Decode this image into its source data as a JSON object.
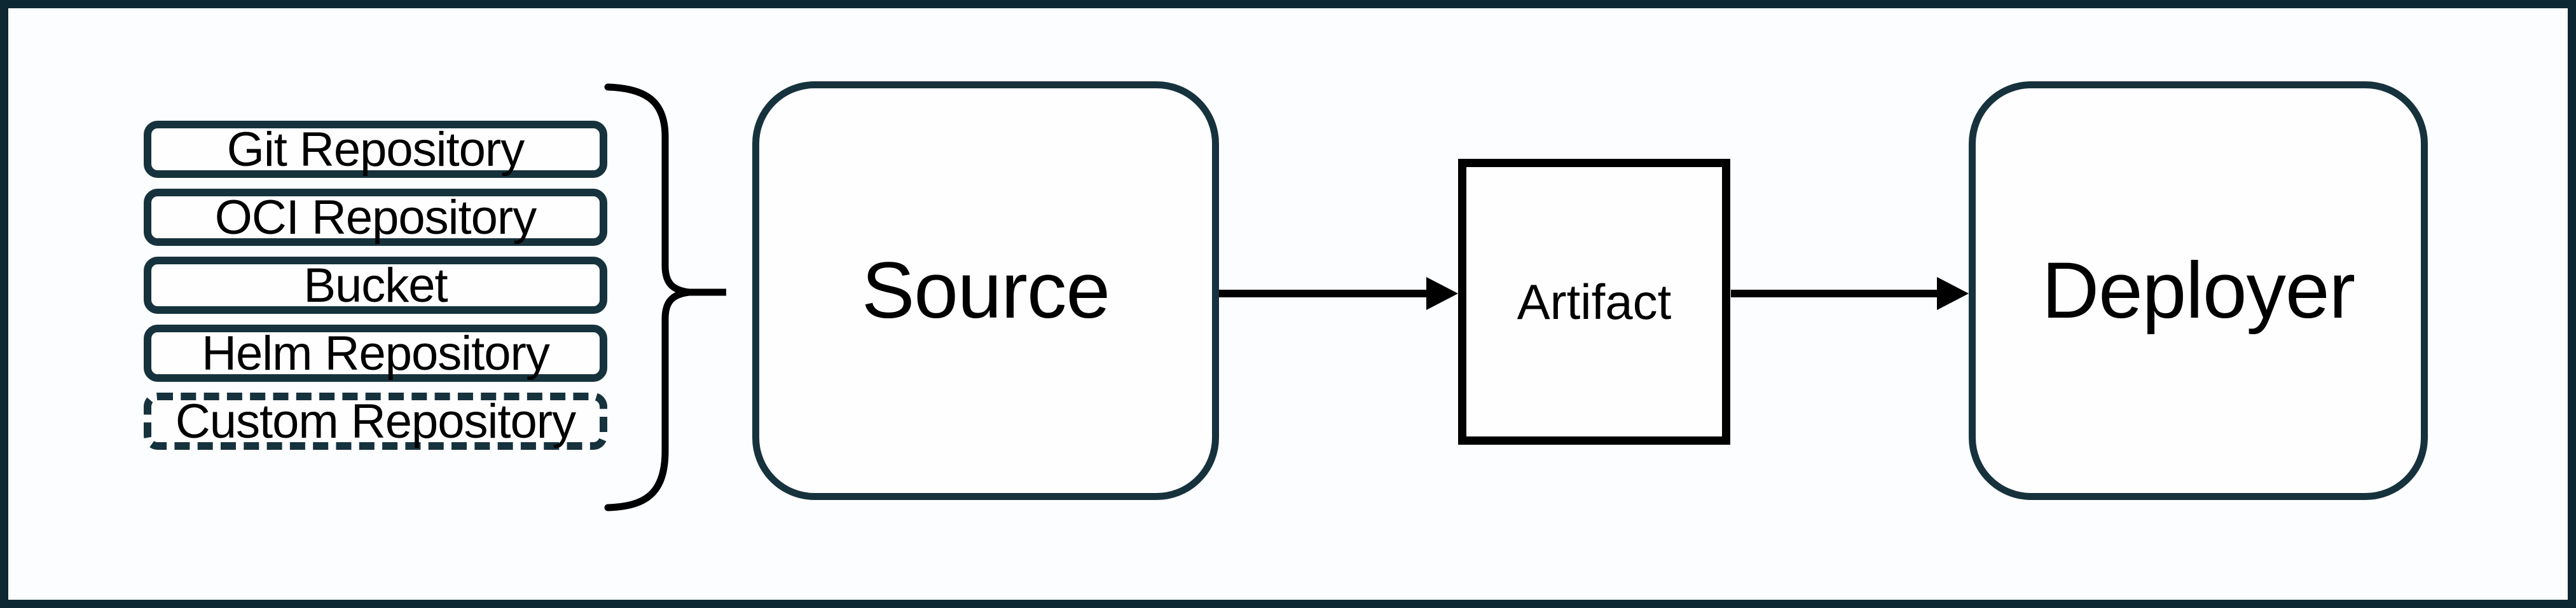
{
  "diagram": {
    "title": "source-to-deployer-flow",
    "source_types": [
      {
        "label": "Git Repository",
        "border_style": "solid"
      },
      {
        "label": "OCI Repository",
        "border_style": "solid"
      },
      {
        "label": "Bucket",
        "border_style": "solid"
      },
      {
        "label": "Helm Repository",
        "border_style": "solid"
      },
      {
        "label": "Custom Repository",
        "border_style": "dashed"
      }
    ],
    "nodes": {
      "source": {
        "label": "Source",
        "shape": "rounded-rectangle"
      },
      "artifact": {
        "label": "Artifact",
        "shape": "rectangle"
      },
      "deployer": {
        "label": "Deployer",
        "shape": "rounded-rectangle"
      }
    },
    "connections": [
      {
        "from": "source-types-group",
        "to": "source",
        "via": "curly-brace"
      },
      {
        "from": "source",
        "to": "artifact",
        "via": "arrow"
      },
      {
        "from": "artifact",
        "to": "deployer",
        "via": "arrow"
      }
    ],
    "colors": {
      "outline_teal": "#16323d",
      "frame": "#0d2832",
      "stroke_black": "#000000",
      "background": "#fbfdfe",
      "node_fill": "#fefefe"
    }
  }
}
